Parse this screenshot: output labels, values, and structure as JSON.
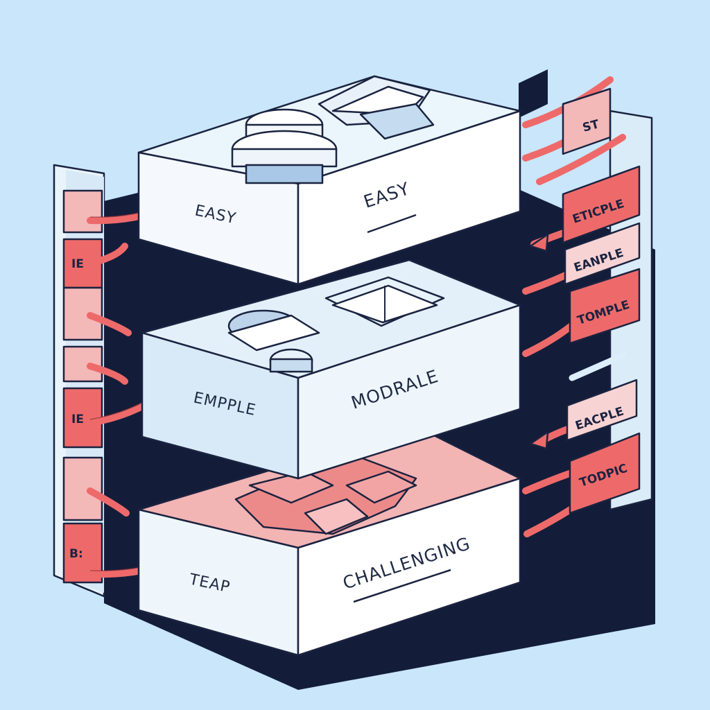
{
  "tiers": [
    {
      "side_label": "EASY",
      "front_label": "EASY"
    },
    {
      "side_label": "EMPPLE",
      "front_label": "MODRALE"
    },
    {
      "side_label": "TEAP",
      "front_label": "CHALLENGING"
    }
  ],
  "left_tabs": [
    "IE",
    "IE",
    "B:"
  ],
  "right_tabs": [
    "ST",
    "ETICPLE",
    "EANPLE",
    "TOMPLE",
    "EACPLE",
    "TODPIC"
  ],
  "colors": {
    "background": "#c9e6fb",
    "accent_red": "#ee6a6a",
    "dark_navy": "#131d3a",
    "tier_top_light": "#e8f4fc",
    "tier_top_red": "#f3a9a9"
  }
}
